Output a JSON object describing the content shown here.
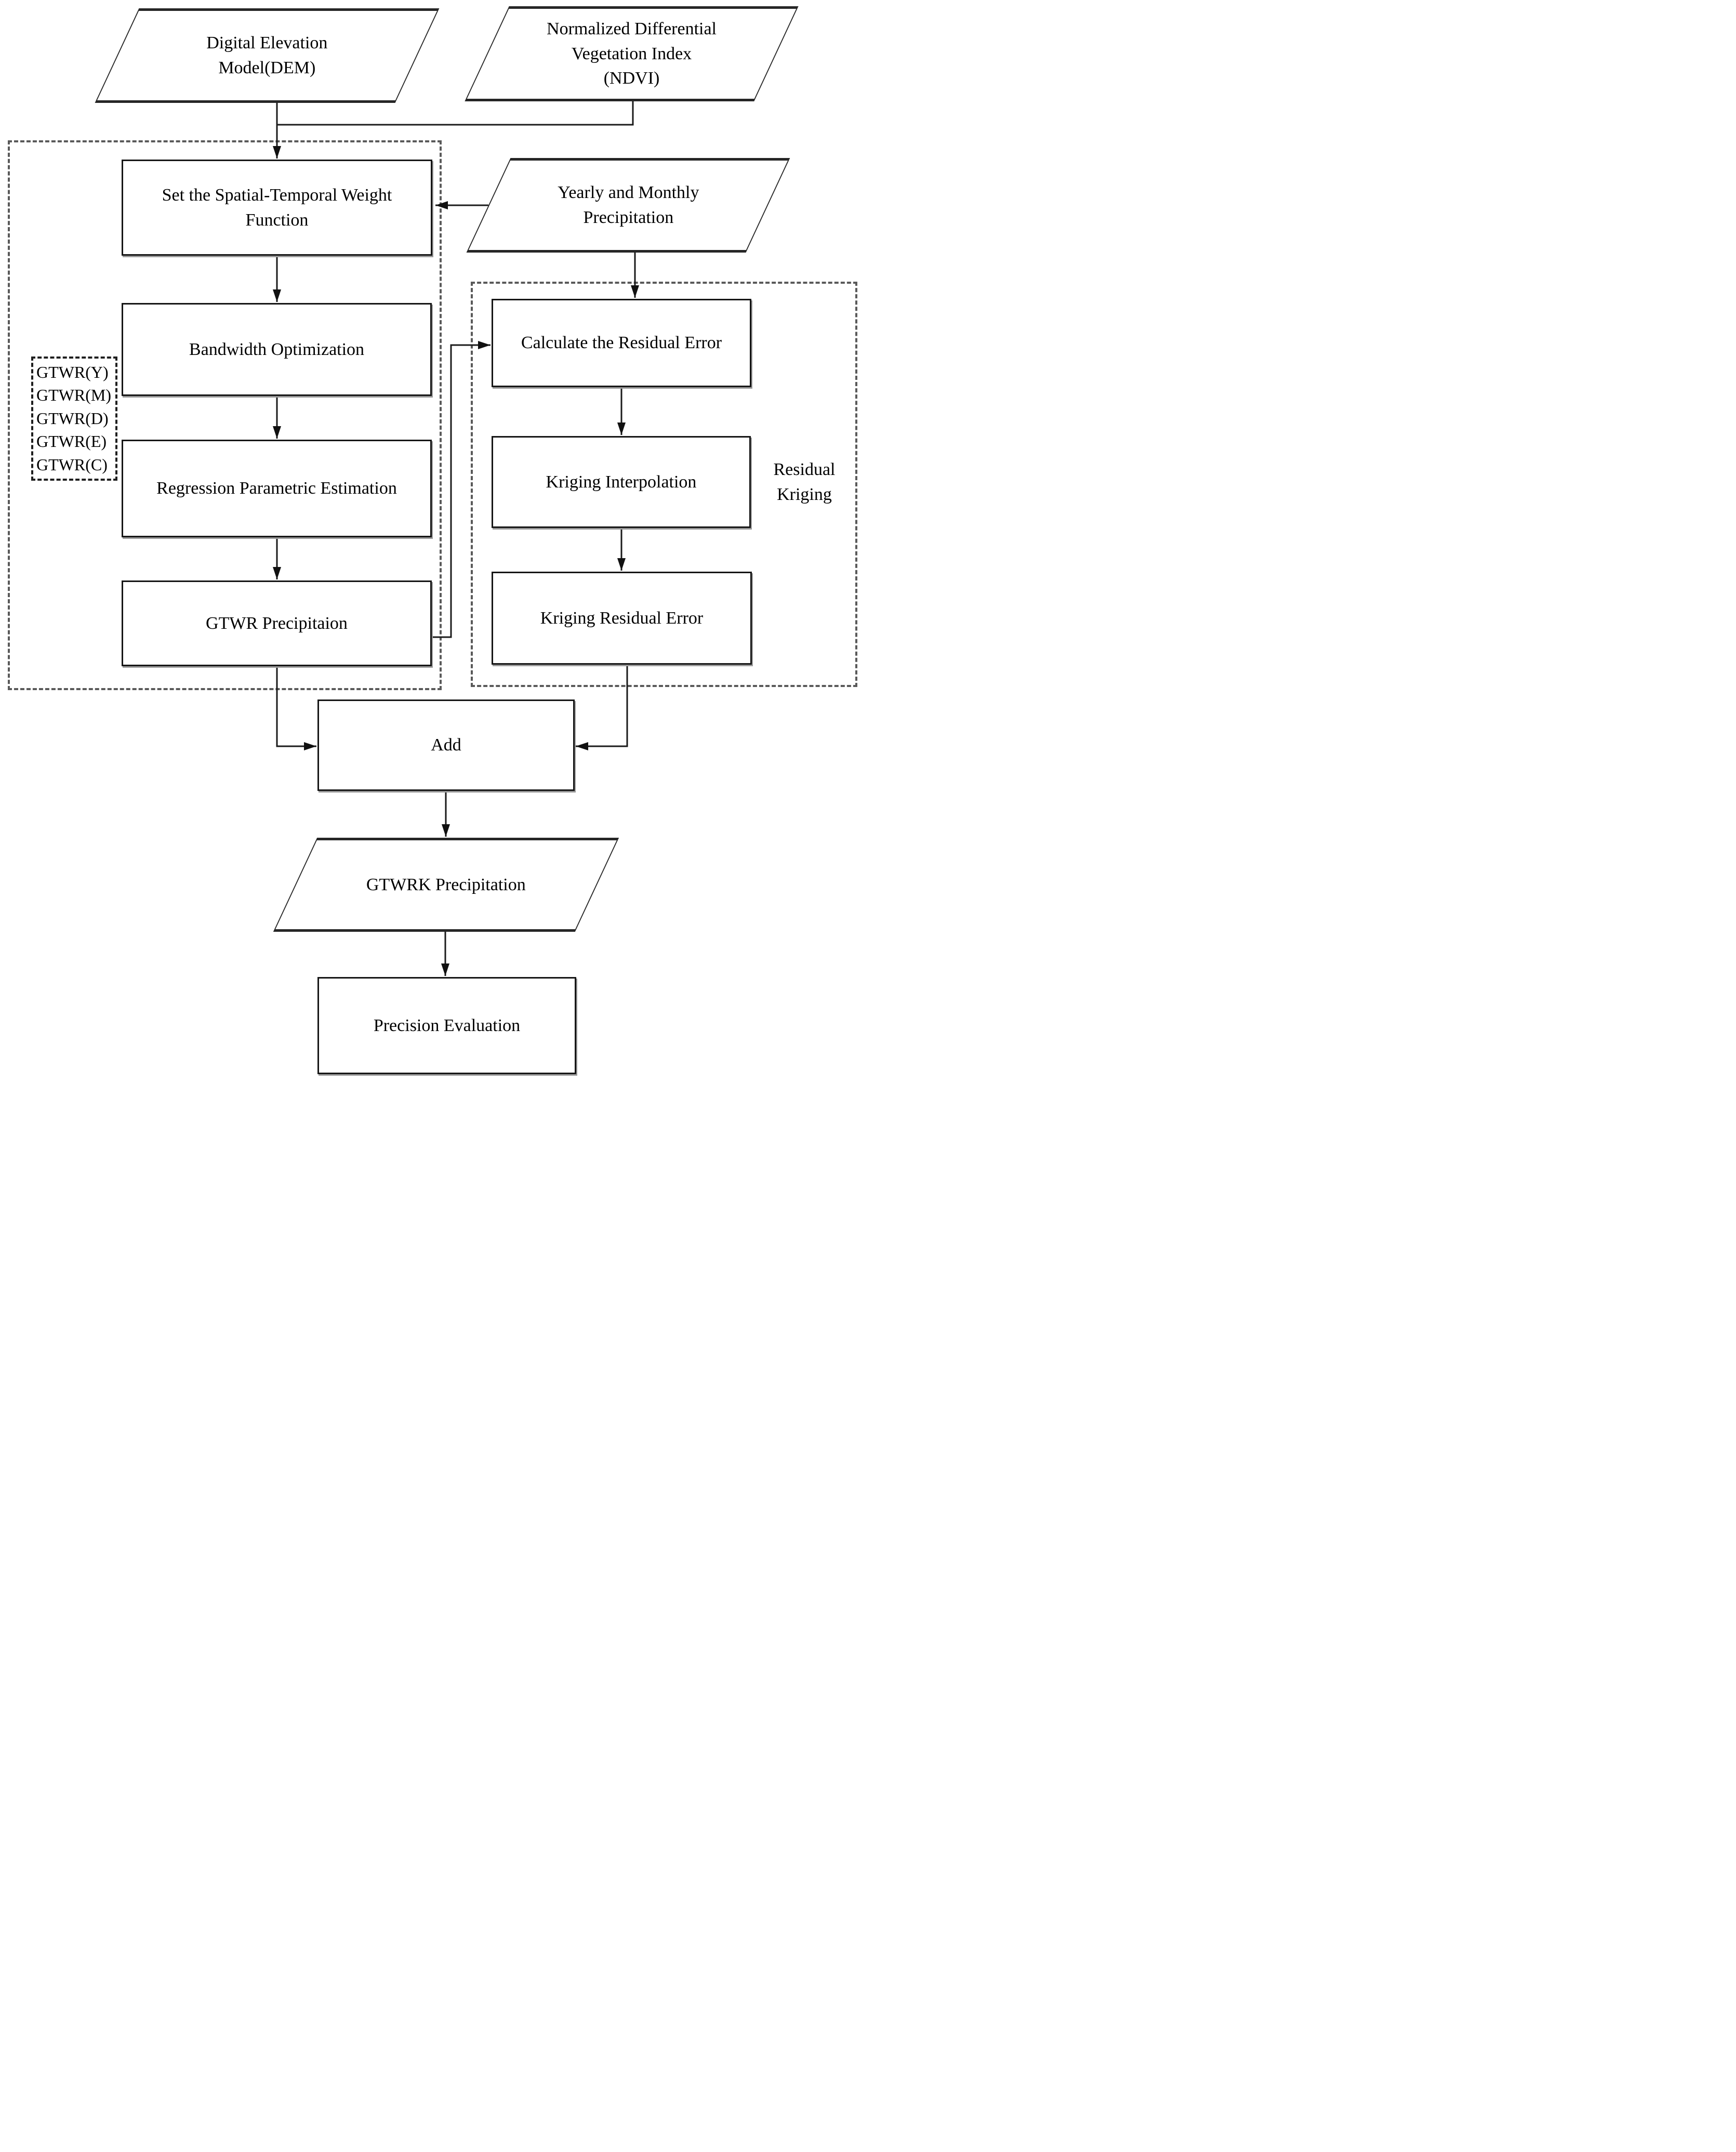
{
  "nodes": {
    "dem": {
      "label": "Digital Elevation\nModel(DEM)"
    },
    "ndvi": {
      "label": "Normalized Differential\nVegetation Index\n(NDVI)"
    },
    "set_weight": {
      "label": "Set the Spatial-Temporal Weight\nFunction"
    },
    "yearly_precip": {
      "label": "Yearly and Monthly\nPrecipitation"
    },
    "bandwidth": {
      "label": "Bandwidth Optimization"
    },
    "regression": {
      "label": "Regression Parametric Estimation"
    },
    "gtwr_precip": {
      "label": "GTWR Precipitaion"
    },
    "calculate_residual": {
      "label": "Calculate the Residual Error"
    },
    "kriging_interp": {
      "label": "Kriging Interpolation"
    },
    "kriging_residual": {
      "label": "Kriging Residual Error"
    },
    "add": {
      "label": "Add"
    },
    "gtwrk_precip": {
      "label": "GTWRK Precipitation"
    },
    "precision": {
      "label": "Precision Evaluation"
    }
  },
  "gtwr_variants": {
    "items": [
      "GTWR(Y)",
      "GTWR(M)",
      "GTWR(D)",
      "GTWR(E)",
      "GTWR(C)"
    ]
  },
  "labels": {
    "residual_kriging": "Residual\nKriging"
  },
  "colors": {
    "background": "#ffffff",
    "box_border": "#161616",
    "box_shadow": "#9a9a9a",
    "dashed_border": "#5a5a5a",
    "line": "#1a1a1a",
    "text": "#000000"
  }
}
